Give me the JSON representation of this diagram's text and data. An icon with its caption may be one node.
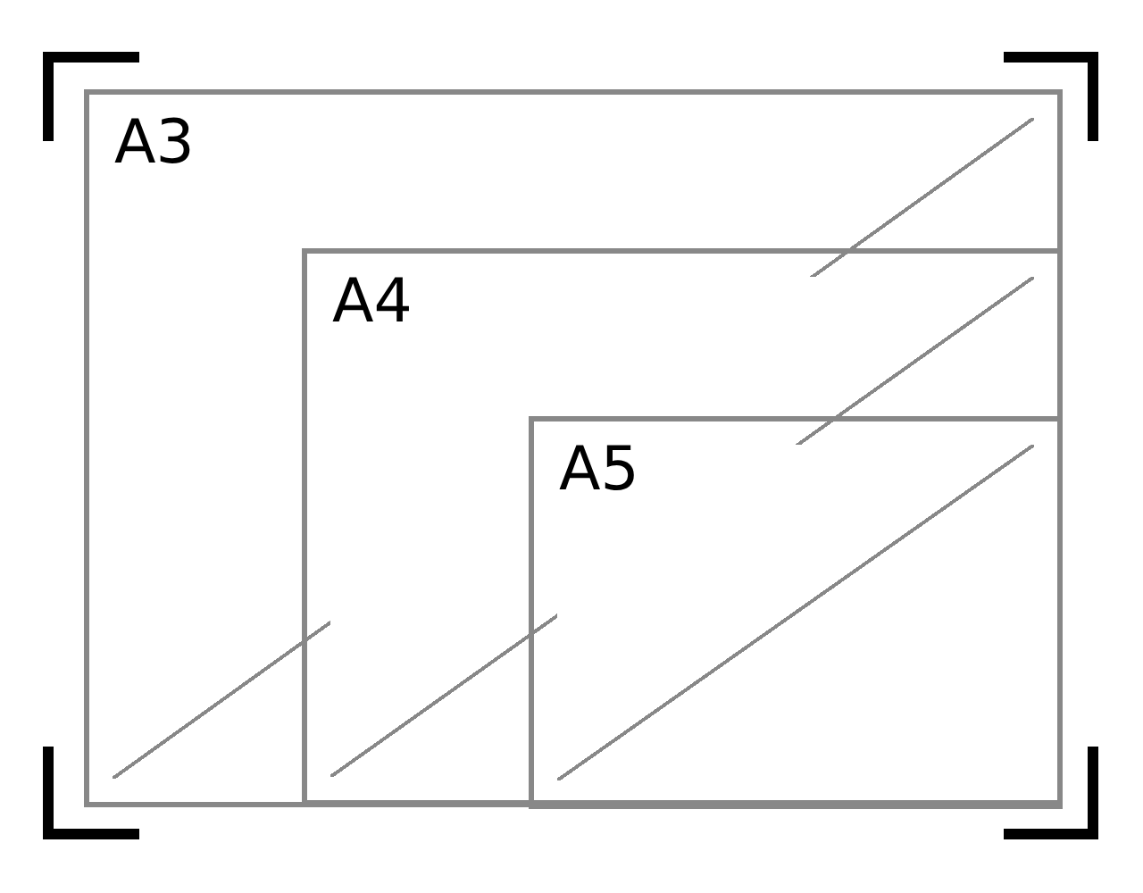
{
  "diagram": {
    "nodes": [
      {
        "text": [
          "A3"
        ]
      },
      {
        "text": [
          "A4"
        ],
        "in": 0
      },
      {
        "text": [
          "A5"
        ],
        "in": 1
      }
    ]
  }
}
